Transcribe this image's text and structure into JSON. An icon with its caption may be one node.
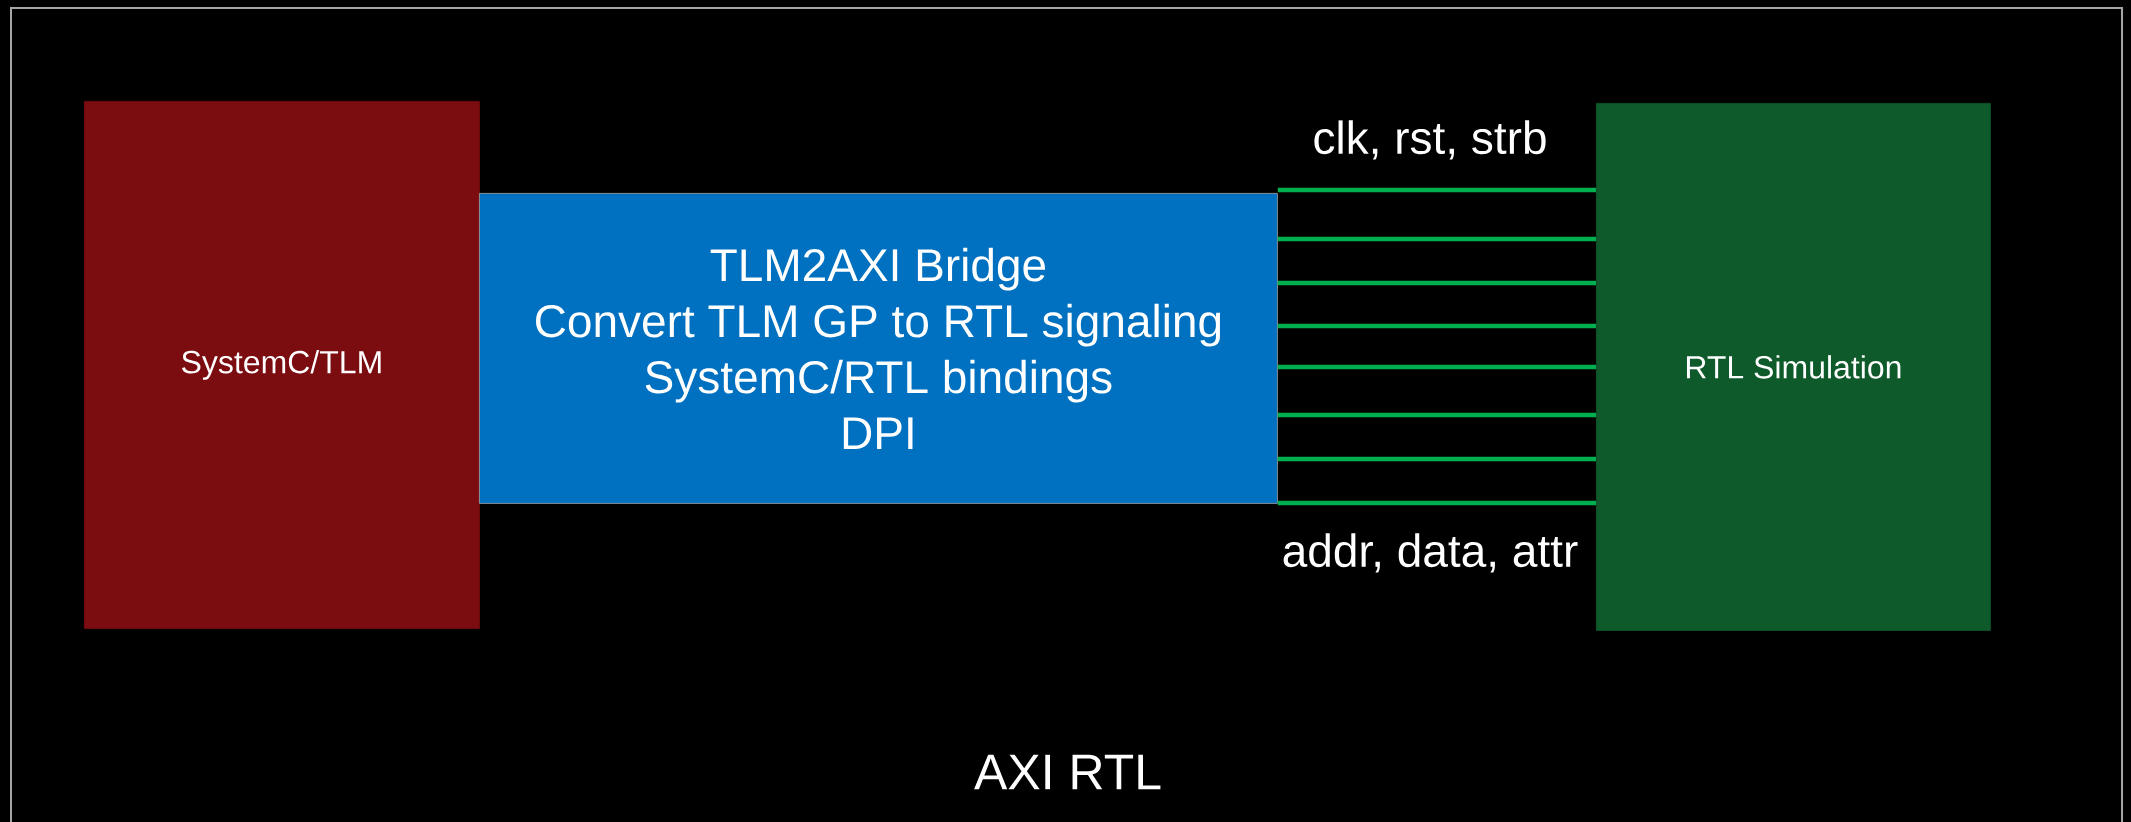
{
  "diagram": {
    "nodes": [
      {
        "text": [
          "AXI RTL"
        ]
      },
      {
        "text": [
          "SystemC/TLM"
        ],
        "in": 0
      },
      {
        "text": [
          "TLM2AXI Bridge",
          "Convert TLM GP to RTL signaling",
          "SystemC/RTL bindings",
          "DPI"
        ],
        "in": 0
      },
      {
        "text": [
          "RTL Simulation"
        ],
        "in": 0
      }
    ],
    "edges": [
      {
        "from": 2,
        "to": 3,
        "arrow": "none"
      },
      {
        "from": 2,
        "to": 3,
        "arrow": "none"
      },
      {
        "from": 2,
        "to": 3,
        "arrow": "none"
      },
      {
        "from": 2,
        "to": 3,
        "arrow": "none"
      },
      {
        "from": 2,
        "to": 3,
        "arrow": "none"
      },
      {
        "from": 2,
        "to": 3,
        "arrow": "none"
      },
      {
        "from": 2,
        "to": 3,
        "arrow": "none"
      },
      {
        "from": 2,
        "to": 3,
        "arrow": "none"
      }
    ],
    "labels": [
      "clk, rst, strb",
      "addr, data, attr"
    ]
  }
}
